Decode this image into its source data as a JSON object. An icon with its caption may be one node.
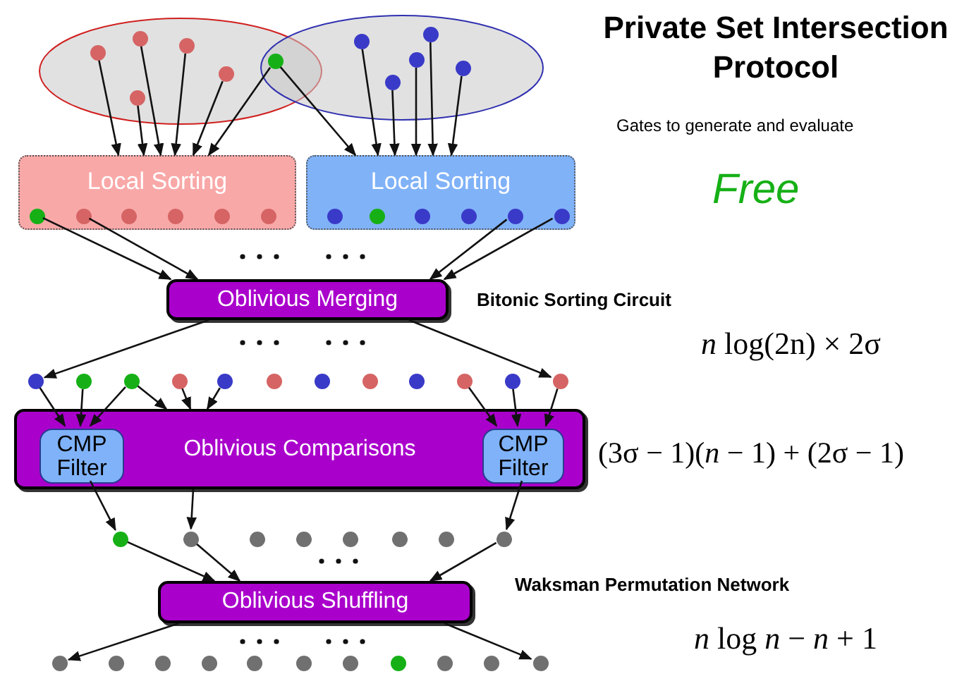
{
  "diagram": {
    "title": "Private Set Intersection Protocol",
    "nodes": [
      {
        "text": [],
        "shape": "ellipse"
      },
      {
        "text": [],
        "shape": "ellipse"
      },
      {
        "text": [],
        "shape": "circle",
        "in": 0
      },
      {
        "text": [],
        "shape": "circle",
        "in": 0
      },
      {
        "text": [],
        "shape": "circle",
        "in": 0
      },
      {
        "text": [],
        "shape": "circle",
        "in": 0
      },
      {
        "text": [],
        "shape": "circle",
        "in": 0
      },
      {
        "text": [],
        "shape": "circle"
      },
      {
        "text": [],
        "shape": "circle",
        "in": 1
      },
      {
        "text": [],
        "shape": "circle",
        "in": 1
      },
      {
        "text": [],
        "shape": "circle",
        "in": 1
      },
      {
        "text": [],
        "shape": "circle",
        "in": 1
      },
      {
        "text": [],
        "shape": "circle",
        "in": 1
      },
      {
        "text": [
          "Local Sorting"
        ]
      },
      {
        "text": [],
        "shape": "circle",
        "in": 13
      },
      {
        "text": [],
        "shape": "circle",
        "in": 13
      },
      {
        "text": [],
        "shape": "circle",
        "in": 13
      },
      {
        "text": [],
        "shape": "circle",
        "in": 13
      },
      {
        "text": [],
        "shape": "circle",
        "in": 13
      },
      {
        "text": [],
        "shape": "circle",
        "in": 13
      },
      {
        "text": [
          "Local Sorting"
        ]
      },
      {
        "text": [],
        "shape": "circle",
        "in": 20
      },
      {
        "text": [],
        "shape": "circle",
        "in": 20
      },
      {
        "text": [],
        "shape": "circle",
        "in": 20
      },
      {
        "text": [],
        "shape": "circle",
        "in": 20
      },
      {
        "text": [],
        "shape": "circle",
        "in": 20
      },
      {
        "text": [],
        "shape": "circle",
        "in": 20
      },
      {
        "text": [
          "Oblivious Merging"
        ]
      },
      {
        "text": [],
        "shape": "circle"
      },
      {
        "text": [],
        "shape": "circle"
      },
      {
        "text": [],
        "shape": "circle"
      },
      {
        "text": [],
        "shape": "circle"
      },
      {
        "text": [],
        "shape": "circle"
      },
      {
        "text": [],
        "shape": "circle"
      },
      {
        "text": [],
        "shape": "circle"
      },
      {
        "text": [],
        "shape": "circle"
      },
      {
        "text": [],
        "shape": "circle"
      },
      {
        "text": [],
        "shape": "circle"
      },
      {
        "text": [],
        "shape": "circle"
      },
      {
        "text": [],
        "shape": "circle"
      },
      {
        "text": [
          "Oblivious Comparisons"
        ]
      },
      {
        "text": [
          "CMP Filter"
        ],
        "in": 40
      },
      {
        "text": [
          "CMP Filter"
        ],
        "in": 40
      },
      {
        "text": [],
        "shape": "circle"
      },
      {
        "text": [],
        "shape": "circle"
      },
      {
        "text": [],
        "shape": "circle"
      },
      {
        "text": [],
        "shape": "circle"
      },
      {
        "text": [],
        "shape": "circle"
      },
      {
        "text": [],
        "shape": "circle"
      },
      {
        "text": [],
        "shape": "circle"
      },
      {
        "text": [],
        "shape": "circle"
      },
      {
        "text": [
          "Oblivious Shuffling"
        ]
      },
      {
        "text": [],
        "shape": "circle"
      },
      {
        "text": [],
        "shape": "circle"
      },
      {
        "text": [],
        "shape": "circle"
      },
      {
        "text": [],
        "shape": "circle"
      },
      {
        "text": [],
        "shape": "circle"
      },
      {
        "text": [],
        "shape": "circle"
      },
      {
        "text": [],
        "shape": "circle"
      },
      {
        "text": [],
        "shape": "circle"
      },
      {
        "text": [],
        "shape": "circle"
      },
      {
        "text": [],
        "shape": "circle"
      },
      {
        "text": [],
        "shape": "circle"
      }
    ],
    "edges": [
      {
        "from": 2,
        "to": 13,
        "arrow": "to"
      },
      {
        "from": 3,
        "to": 13,
        "arrow": "to"
      },
      {
        "from": 4,
        "to": 13,
        "arrow": "to"
      },
      {
        "from": 5,
        "to": 13,
        "arrow": "to"
      },
      {
        "from": 6,
        "to": 13,
        "arrow": "to"
      },
      {
        "from": 7,
        "to": 13,
        "arrow": "to"
      },
      {
        "from": 7,
        "to": 20,
        "arrow": "to"
      },
      {
        "from": 8,
        "to": 20,
        "arrow": "to"
      },
      {
        "from": 9,
        "to": 20,
        "arrow": "to"
      },
      {
        "from": 10,
        "to": 20,
        "arrow": "to"
      },
      {
        "from": 11,
        "to": 20,
        "arrow": "to"
      },
      {
        "from": 12,
        "to": 20,
        "arrow": "to"
      },
      {
        "from": 14,
        "to": 27,
        "arrow": "to"
      },
      {
        "from": 15,
        "to": 27,
        "arrow": "to"
      },
      {
        "from": 25,
        "to": 27,
        "arrow": "to"
      },
      {
        "from": 26,
        "to": 27,
        "arrow": "to"
      },
      {
        "from": 27,
        "to": 28,
        "arrow": "to"
      },
      {
        "from": 27,
        "to": 39,
        "arrow": "to"
      },
      {
        "from": 28,
        "to": 41,
        "arrow": "to"
      },
      {
        "from": 29,
        "to": 41,
        "arrow": "to"
      },
      {
        "from": 30,
        "to": 41,
        "arrow": "to"
      },
      {
        "from": 30,
        "to": 40,
        "arrow": "to"
      },
      {
        "from": 31,
        "to": 40,
        "arrow": "to"
      },
      {
        "from": 32,
        "to": 40,
        "arrow": "to"
      },
      {
        "from": 37,
        "to": 42,
        "arrow": "to"
      },
      {
        "from": 38,
        "to": 42,
        "arrow": "to"
      },
      {
        "from": 39,
        "to": 42,
        "arrow": "to"
      },
      {
        "from": 41,
        "to": 43,
        "arrow": "to"
      },
      {
        "from": 40,
        "to": 44,
        "arrow": "to"
      },
      {
        "from": 42,
        "to": 50,
        "arrow": "to"
      },
      {
        "from": 43,
        "to": 51,
        "arrow": "to"
      },
      {
        "from": 44,
        "to": 51,
        "arrow": "to"
      },
      {
        "from": 50,
        "to": 51,
        "arrow": "to"
      },
      {
        "from": 51,
        "to": 52,
        "arrow": "to"
      },
      {
        "from": 51,
        "to": 62,
        "arrow": "to"
      }
    ],
    "labels": [
      "Gates to generate and evaluate",
      "Free",
      "Bitonic Sorting Circuit",
      "*n* log(2n) × 2σ",
      "(3σ − 1)(*n* − 1) + (2σ − 1)",
      "Waksman Permutation Network",
      "*n* log *n* − *n* + 1"
    ]
  }
}
